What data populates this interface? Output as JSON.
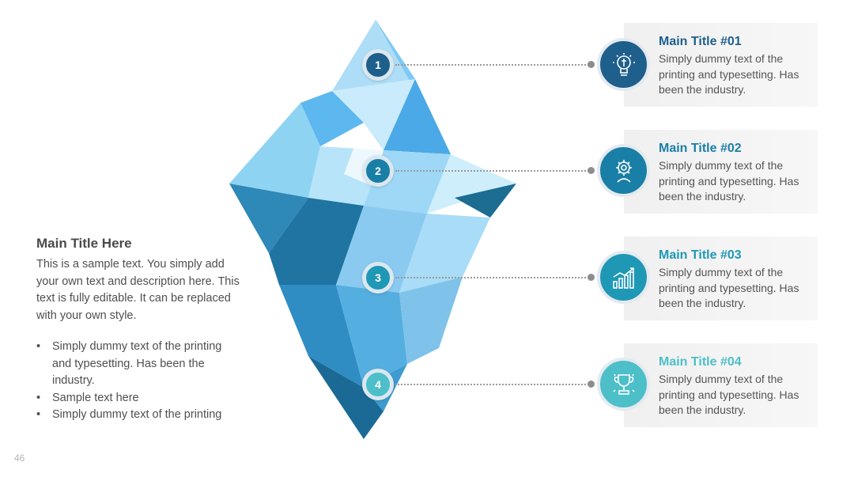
{
  "colors": {
    "step1": "#1e5f8c",
    "step2": "#1a7fa6",
    "step3": "#1f98b6",
    "step4": "#4cbfc9"
  },
  "left": {
    "title": "Main Title Here",
    "description": "This is a sample text. You simply add your own text and description here. This text is fully editable. It can be replaced with your own style.",
    "bullets": [
      "Simply dummy text of the printing and typesetting. Has been the industry.",
      "Sample text here",
      "Simply dummy text of the printing"
    ]
  },
  "markers": [
    "1",
    "2",
    "3",
    "4"
  ],
  "items": [
    {
      "title": "Main Title #01",
      "text": "Simply dummy text of the printing and typesetting. Has been the industry.",
      "icon": "lightbulb-icon"
    },
    {
      "title": "Main Title #02",
      "text": "Simply dummy text of the printing and typesetting. Has been the industry.",
      "icon": "gear-person-icon"
    },
    {
      "title": "Main Title #03",
      "text": "Simply dummy text of the printing and typesetting. Has been the industry.",
      "icon": "growth-chart-icon"
    },
    {
      "title": "Main Title #04",
      "text": "Simply dummy text of the printing and typesetting. Has been the industry.",
      "icon": "trophy-icon"
    }
  ],
  "page_number": "46"
}
